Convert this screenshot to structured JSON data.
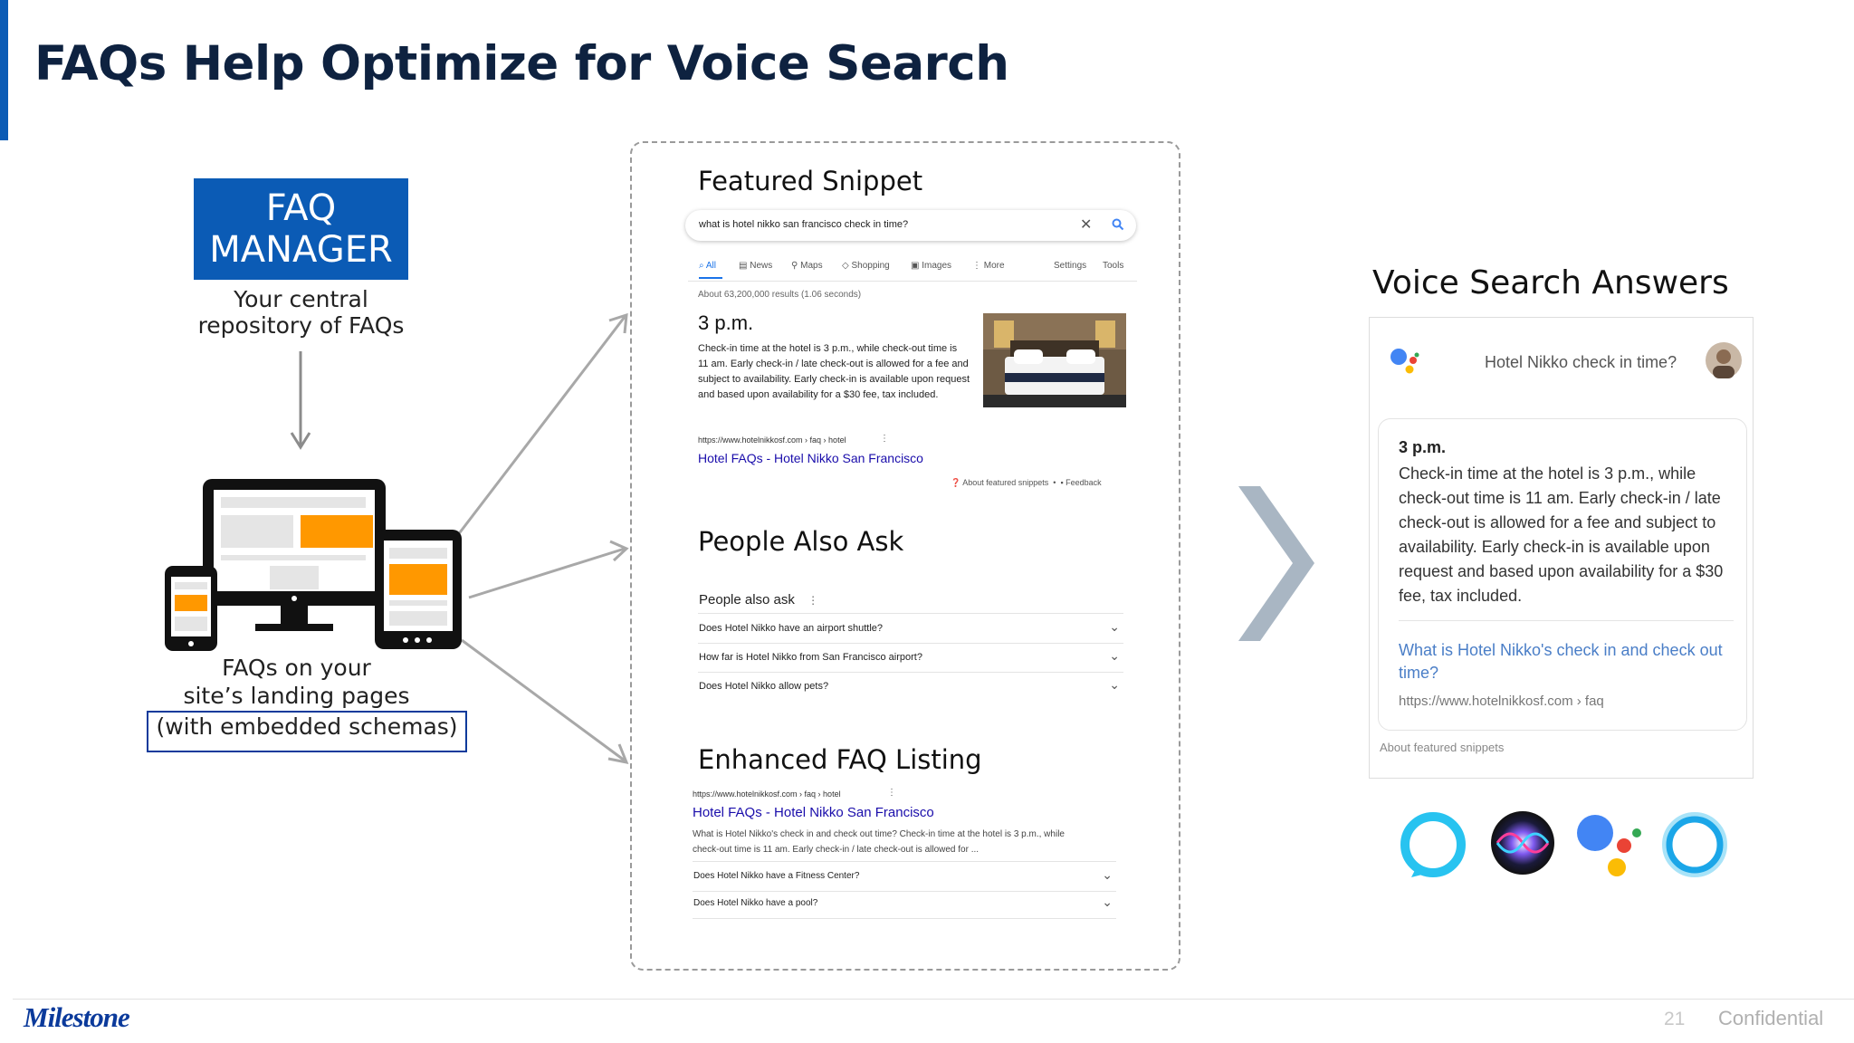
{
  "slide": {
    "title": "FAQs Help Optimize for Voice Search",
    "page_number": "21",
    "confidential": "Confidential",
    "logo_text": "Milestone"
  },
  "left": {
    "faq_manager_line1": "FAQ",
    "faq_manager_line2": "MANAGER",
    "repo_line1": "Your central",
    "repo_line2": "repository of FAQs",
    "landing_line1": "FAQs on your",
    "landing_line2": "site’s landing pages",
    "landing_line3": "(with embedded schemas)"
  },
  "featured": {
    "title": "Featured Snippet",
    "query": "what is hotel nikko san francisco check in time?",
    "tabs": [
      "All",
      "News",
      "Maps",
      "Shopping",
      "Images",
      "More"
    ],
    "settings": "Settings",
    "tools": "Tools",
    "results_count": "About 63,200,000 results (1.06 seconds)",
    "answer": "3 p.m.",
    "snippet": "Check-in time at the hotel is 3 p.m., while check-out time is 11 am. Early check-in / late check-out is allowed for a fee and subject to availability. Early check-in is available upon request and based upon availability for a $30 fee, tax included.",
    "url": "https://www.hotelnikkosf.com › faq › hotel",
    "link": "Hotel FAQs - Hotel Nikko San Francisco",
    "about": "About featured snippets",
    "feedback": "Feedback"
  },
  "paa": {
    "title": "People Also Ask",
    "header": "People also ask",
    "questions": [
      "Does Hotel Nikko have an airport shuttle?",
      "How far is Hotel Nikko from San Francisco airport?",
      "Does Hotel Nikko allow pets?"
    ]
  },
  "enhanced": {
    "title": "Enhanced FAQ Listing",
    "url": "https://www.hotelnikkosf.com › faq › hotel",
    "link": "Hotel FAQs - Hotel Nikko San Francisco",
    "desc_line1": "What is Hotel Nikko's check in and check out time? Check-in time at the hotel is 3 p.m., while",
    "desc_line2": "check-out time is 11 am. Early check-in / late check-out is allowed for ...",
    "questions": [
      "Does Hotel Nikko have a Fitness Center?",
      "Does Hotel Nikko have a pool?"
    ]
  },
  "voice": {
    "title": "Voice Search Answers",
    "query": "Hotel Nikko check in time?",
    "answer": "3 p.m.",
    "lines": [
      "Check-in time at the hotel is 3 p.m., while",
      "check-out time is 11 am. Early check-in / late",
      "check-out is allowed for a fee and subject to",
      "availability. Early check-in is available upon",
      "request and based upon availability for a $30",
      "fee, tax included."
    ],
    "link_line1": "What is Hotel Nikko's check in and check out",
    "link_line2": "time?",
    "url": "https://www.hotelnikkosf.com › faq",
    "about": "About featured snippets"
  },
  "colors": {
    "brand_blue": "#0b5bb5",
    "accent_orange": "#ff9800",
    "link_blue": "#1a0dab",
    "chevron_gray": "#a9b6c3"
  }
}
